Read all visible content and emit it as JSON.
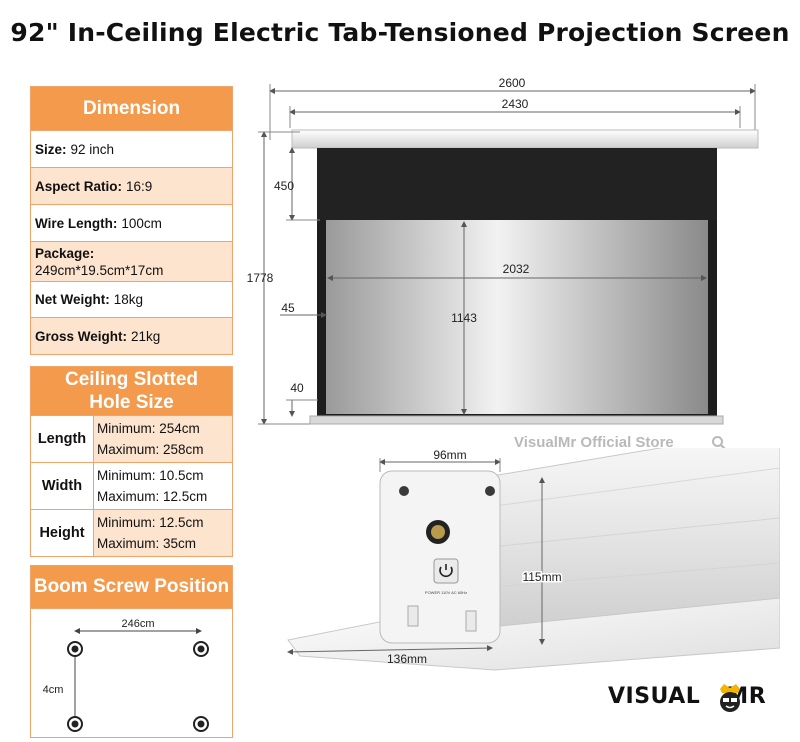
{
  "title": "92\" In-Ceiling Electric Tab-Tensioned Projection Screen",
  "dimension": {
    "heading": "Dimension",
    "rows": [
      {
        "label": "Size:",
        "value": "92 inch"
      },
      {
        "label": "Aspect Ratio:",
        "value": "16:9"
      },
      {
        "label": "Wire Length:",
        "value": "100cm"
      },
      {
        "label": "Package:",
        "value": "249cm*19.5cm*17cm"
      },
      {
        "label": "Net Weight:",
        "value": "18kg"
      },
      {
        "label": "Gross Weight:",
        "value": "21kg"
      }
    ]
  },
  "hole": {
    "heading_line1": "Ceiling Slotted",
    "heading_line2": "Hole Size",
    "rows": [
      {
        "label": "Length",
        "min": "Minimum: 254cm",
        "max": "Maximum: 258cm"
      },
      {
        "label": "Width",
        "min": "Minimum: 10.5cm",
        "max": "Maximum: 12.5cm"
      },
      {
        "label": "Height",
        "min": "Minimum: 12.5cm",
        "max": "Maximum: 35cm"
      }
    ]
  },
  "boom": {
    "heading": "Boom Screw Position",
    "width_label": "246cm",
    "height_label": "4cm"
  },
  "diagram": {
    "overall_width": "2600",
    "case_width": "2430",
    "drop": "450",
    "total_height": "1778",
    "view_width": "2032",
    "side_border": "45",
    "view_height": "1143",
    "bottom_border": "40"
  },
  "housing": {
    "width": "96mm",
    "height": "115mm",
    "base_width": "136mm",
    "label_text": "POWER 110V AC 60Hz"
  },
  "store_text": "VisualMr Official Store",
  "logo_text": "VISUAL",
  "logo_text_end": "MR"
}
